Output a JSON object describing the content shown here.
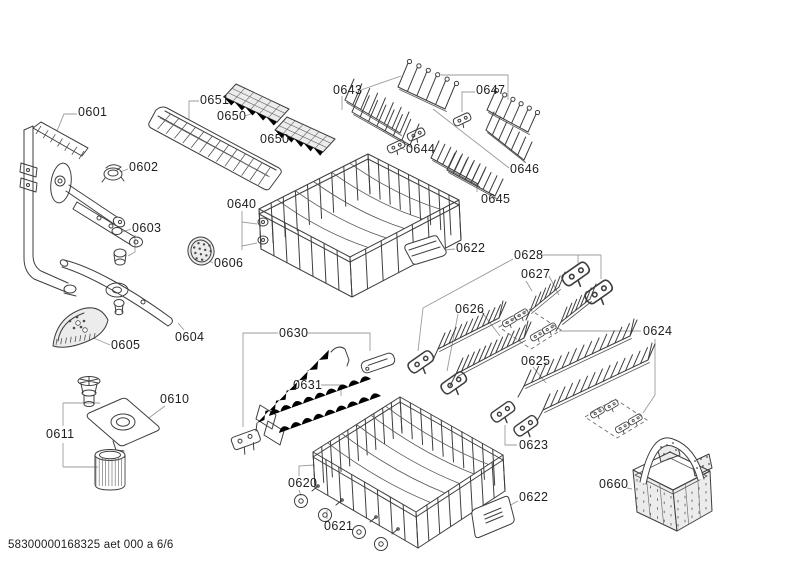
{
  "footer": "58300000168325 aet 000 a 6/6",
  "codes": {
    "0601": "0601",
    "0602": "0602",
    "0603": "0603",
    "0604": "0604",
    "0605": "0605",
    "0606": "0606",
    "0610": "0610",
    "0611": "0611",
    "0620": "0620",
    "0621": "0621",
    "0622": "0622",
    "0623": "0623",
    "0624": "0624",
    "0625": "0625",
    "0626": "0626",
    "0627": "0627",
    "0628": "0628",
    "0630": "0630",
    "0631": "0631",
    "0640": "0640",
    "0643": "0643",
    "0644": "0644",
    "0645": "0645",
    "0646": "0646",
    "0647": "0647",
    "0650": "0650",
    "0651": "0651",
    "0660": "0660"
  }
}
